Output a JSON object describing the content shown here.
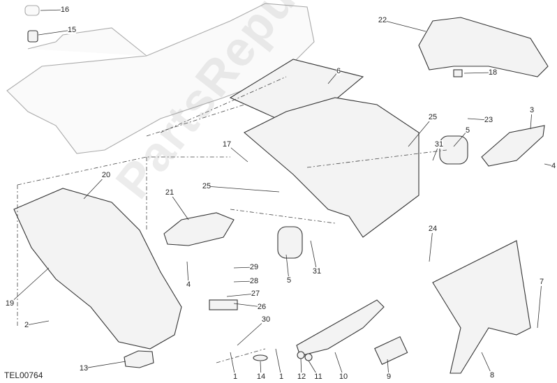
{
  "diagram": {
    "drawing_code": "TEL00764",
    "watermark": "PartsRepublik",
    "callouts": [
      "16",
      "15",
      "22",
      "18",
      "6",
      "25",
      "23",
      "3",
      "5",
      "31",
      "4",
      "17",
      "20",
      "21",
      "25",
      "24",
      "7",
      "19",
      "2",
      "29",
      "28",
      "27",
      "26",
      "30",
      "5",
      "31",
      "4",
      "13",
      "1",
      "14",
      "1",
      "12",
      "11",
      "10",
      "9",
      "8"
    ]
  }
}
